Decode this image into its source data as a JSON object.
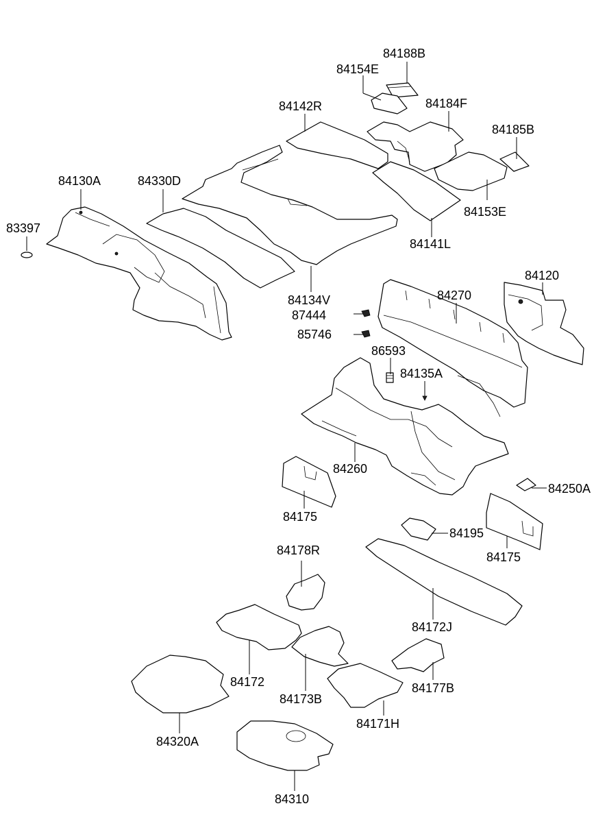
{
  "labels": {
    "p84188B": "84188B",
    "p84154E": "84154E",
    "p84184F": "84184F",
    "p84142R": "84142R",
    "p84185B": "84185B",
    "p84130A": "84130A",
    "p84330D": "84330D",
    "p83397": "83397",
    "p84153E": "84153E",
    "p84141L": "84141L",
    "p84134V": "84134V",
    "p84120": "84120",
    "p84270": "84270",
    "p87444": "87444",
    "p85746": "85746",
    "p86593": "86593",
    "p84135A": "84135A",
    "p84260": "84260",
    "p84175_left": "84175",
    "p84250A": "84250A",
    "p84195": "84195",
    "p84175_right": "84175",
    "p84178R": "84178R",
    "p84172J": "84172J",
    "p84172": "84172",
    "p84173B": "84173B",
    "p84177B": "84177B",
    "p84171H": "84171H",
    "p84320A": "84320A",
    "p84310": "84310"
  }
}
